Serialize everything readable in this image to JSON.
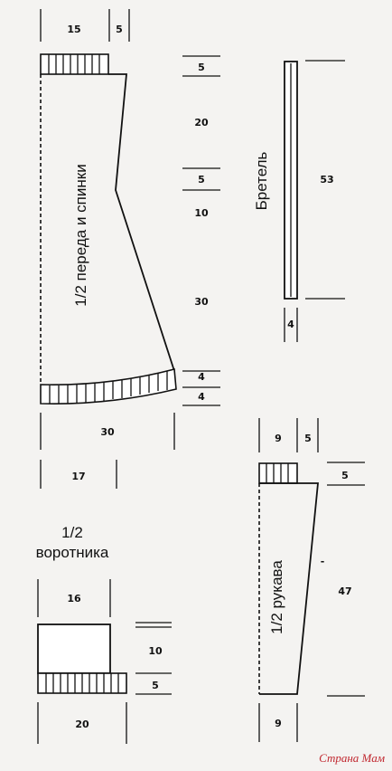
{
  "body": {
    "measures": {
      "top_width": "15",
      "top_neck": "5",
      "shoulder_height": "5",
      "upper_height": "20",
      "waist_height": "5",
      "mid_height": "10",
      "lower_height": "30",
      "hem_height_a": "4",
      "hem_height_b": "4",
      "bottom_width": "30",
      "hem_width": "17"
    },
    "label": "1/2 переда и спинки"
  },
  "strap": {
    "label": "Бретель",
    "length": "53",
    "width": "4"
  },
  "collar": {
    "label_line1": "1/2",
    "label_line2": "воротника",
    "top_width": "16",
    "height": "10",
    "rib_height": "5",
    "bottom_width": "20"
  },
  "sleeve": {
    "label": "1/2 рукава",
    "top_width": "9",
    "top_extra": "5",
    "cuff_height": "5",
    "length": "47",
    "bottom_width": "9"
  },
  "watermark": "Страна Мам"
}
